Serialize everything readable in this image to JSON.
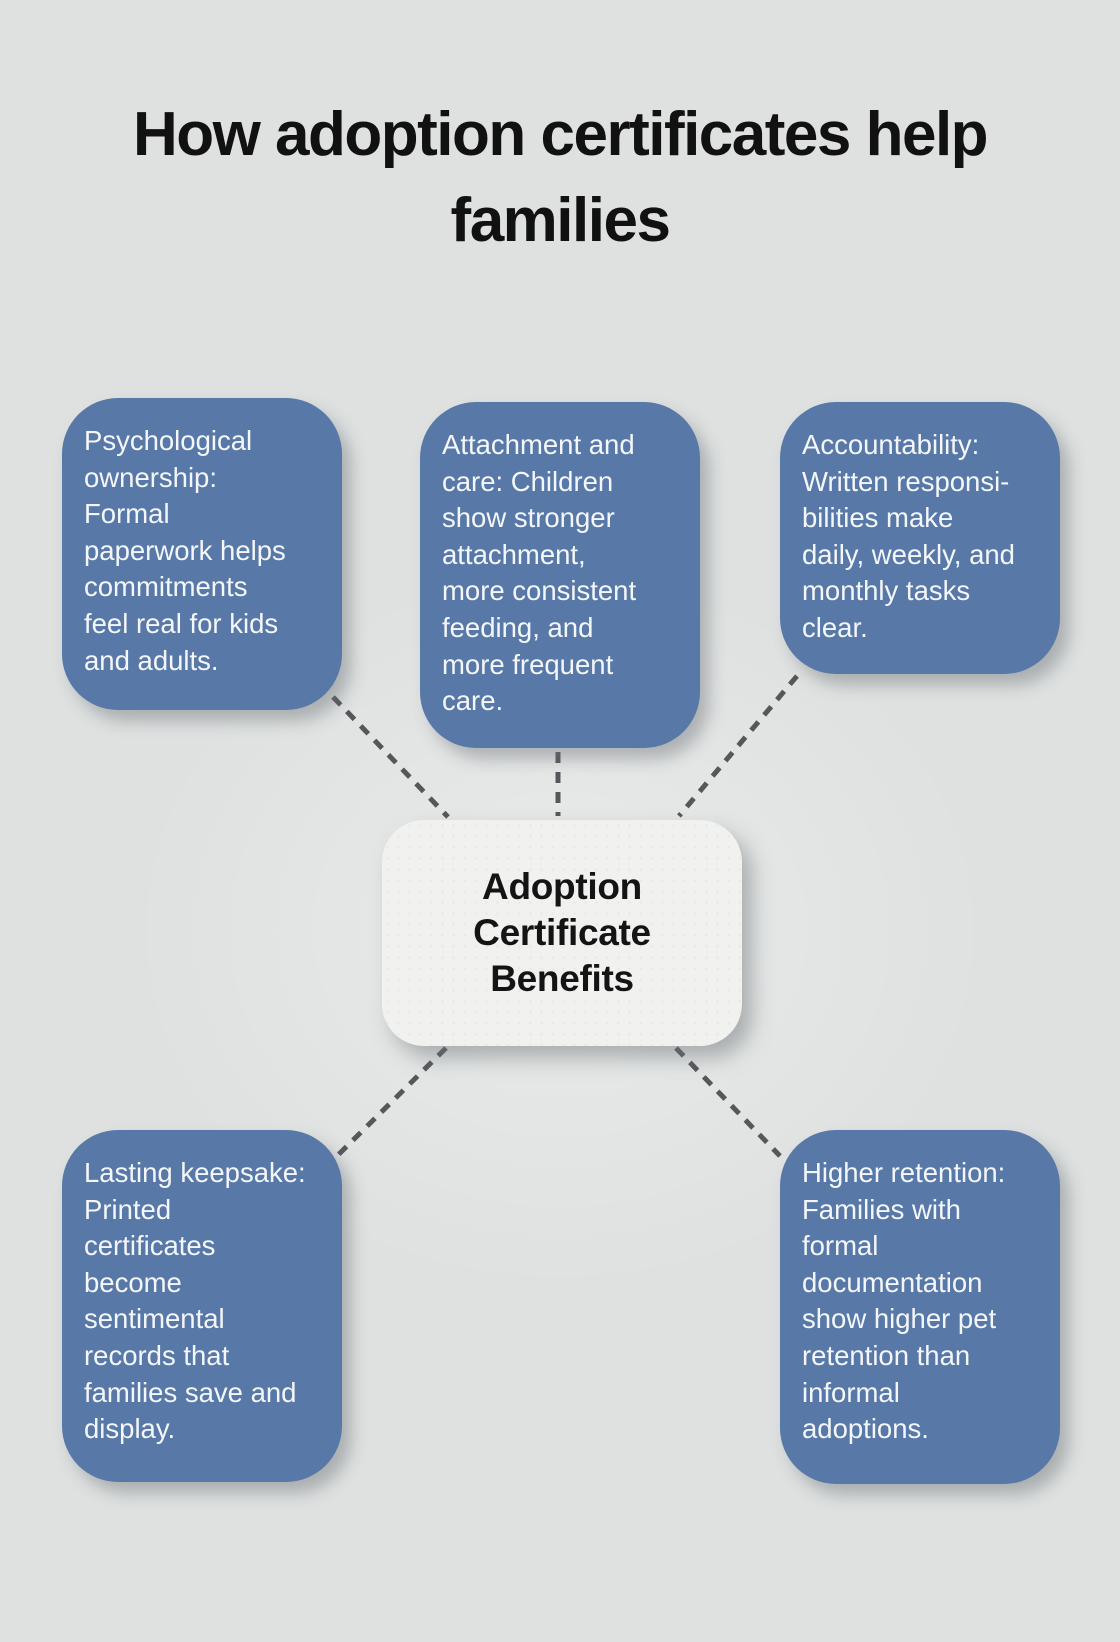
{
  "title": "How adoption certificates help\nfamilies",
  "center_node": {
    "label": "Adoption\nCertificate\nBenefits"
  },
  "boxes": [
    {
      "id": "psychological-ownership",
      "text": "Psychological\nownership:\nFormal\npaperwork helps\ncommitments\nfeel real for kids\nand adults."
    },
    {
      "id": "attachment-and-care",
      "text": "Attachment and\ncare: Children\nshow stronger\nattachment,\nmore consistent\nfeeding, and\nmore frequent\ncare."
    },
    {
      "id": "accountability",
      "text": "Accountability:\nWritten responsi-\nbilities make\ndaily, weekly, and\nmonthly tasks\nclear."
    },
    {
      "id": "lasting-keepsake",
      "text": "Lasting keepsake:\nPrinted\ncertificates\nbecome\nsentimental\nrecords that\nfamilies save and\ndisplay."
    },
    {
      "id": "higher-retention",
      "text": "Higher retention:\nFamilies with\nformal\ndocumentation\nshow higher pet\nretention than\ninformal\nadoptions."
    }
  ],
  "colors": {
    "background": "#dee1e0",
    "title_text": "#111111",
    "box_blue": "#5878a8",
    "box_text": "#f4f7f9",
    "center_bg": "#f1f2f0",
    "center_text": "#141414",
    "connector": "#55575b"
  }
}
